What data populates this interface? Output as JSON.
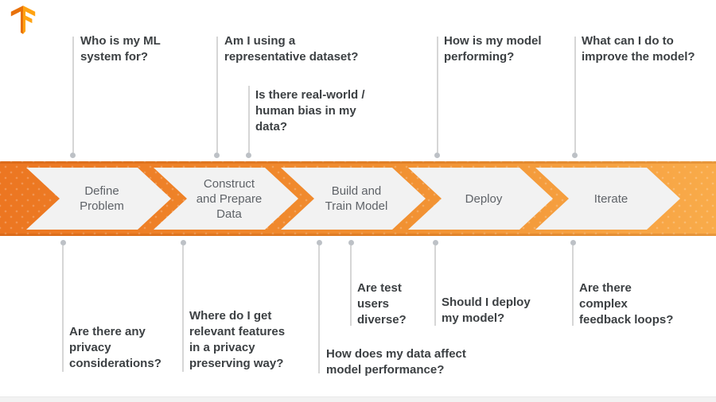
{
  "brand": {
    "logo": "tensorflow-logo"
  },
  "stages": [
    {
      "label": "Define\nProblem"
    },
    {
      "label": "Construct\nand Prepare\nData"
    },
    {
      "label": "Build and\nTrain Model"
    },
    {
      "label": "Deploy"
    },
    {
      "label": "Iterate"
    }
  ],
  "top_questions": [
    {
      "text": "Who is my ML\nsystem for?"
    },
    {
      "text": "Am I using a\nrepresentative dataset?"
    },
    {
      "text": "Is there real-world /\nhuman bias in my\ndata?"
    },
    {
      "text": "How is my model\nperforming?"
    },
    {
      "text": "What can I do to\nimprove the model?"
    }
  ],
  "bottom_questions": [
    {
      "text": "Are there any\nprivacy\nconsiderations?"
    },
    {
      "text": "Where do I get\nrelevant features\nin a privacy\npreserving way?"
    },
    {
      "text": "How does my data affect\nmodel performance?"
    },
    {
      "text": "Are test\nusers\ndiverse?"
    },
    {
      "text": "Should I deploy\nmy model?"
    },
    {
      "text": "Are there\ncomplex\nfeedback loops?"
    }
  ],
  "colors": {
    "band_left": "#ec7621",
    "band_right": "#f9ab4a",
    "chevron_fill": "#f2f2f2",
    "stage_text": "#5f6368",
    "question_text": "#3c4043",
    "connector_line": "#d6d6d6",
    "connector_dot": "#bdc1c6",
    "logo_dark": "#e8710a",
    "logo_light": "#ffa312"
  }
}
